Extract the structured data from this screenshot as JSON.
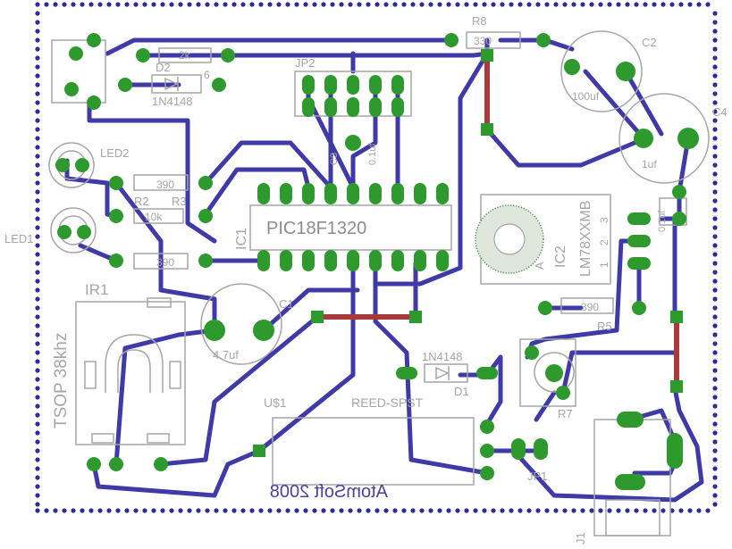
{
  "colors": {
    "board_outline": "#2e2b9c",
    "trace": "#3f3aa8",
    "pad": "#2e9a2e",
    "jumper_wire": "#a83a3a",
    "silkscreen": "#a6a6a6"
  },
  "components": {
    "r8": {
      "name": "R8",
      "value": "330"
    },
    "c2": {
      "name": "C2",
      "value": "100uf"
    },
    "c4": {
      "name": "C4",
      "value": "1uf"
    },
    "r6": {
      "value": "2k",
      "name": "6"
    },
    "d2": {
      "name": "D2",
      "value": "1N4148"
    },
    "jp2": {
      "name": "JP2"
    },
    "c3": {
      "name": "C3",
      "value": "0.1uf"
    },
    "led2": {
      "name": "LED2"
    },
    "led1": {
      "name": "LED1"
    },
    "r1": {
      "value": "390"
    },
    "r2": {
      "name": "R2",
      "value": "10k"
    },
    "r3": {
      "name": "R3"
    },
    "r4": {
      "value": "390"
    },
    "ic1": {
      "name": "IC1",
      "part": "PIC18F1320"
    },
    "ic2": {
      "name": "IC2",
      "part": "LM78XXMB",
      "pin1": "1",
      "pin2": "2",
      "pin3": "3",
      "tab": "A"
    },
    "c5": {
      "value": "0.1uf"
    },
    "r5": {
      "name": "R5",
      "value": "390"
    },
    "c1": {
      "name": "C1",
      "value": "4.7uf"
    },
    "ir1": {
      "name": "IR1",
      "label": "TSOP 38khz"
    },
    "d1": {
      "name": "D1",
      "value": "1N4148"
    },
    "u1": {
      "name": "U$1",
      "value": "REED-SPST"
    },
    "r7": {
      "name": "R7"
    },
    "jp1": {
      "name": "JP1"
    },
    "j1": {
      "name": "J1"
    }
  },
  "credit": "AtomSoft 2008"
}
